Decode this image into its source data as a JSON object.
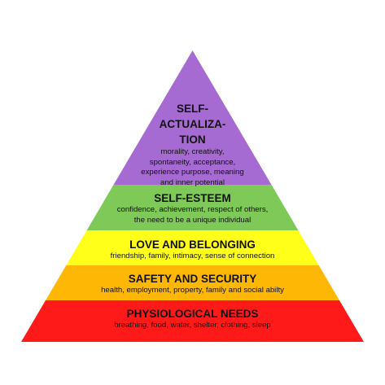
{
  "diagram": {
    "levels": [
      {
        "id": "self-actualization",
        "title": "SELF-\nACTUALIZA-\nTION",
        "description": "morality, creativity,\nspontaneity, acceptance,\nexperience purpose, meaning\nand inner potential",
        "color": "#a66bd3"
      },
      {
        "id": "self-esteem",
        "title": "SELF-ESTEEM",
        "description": "confidence, achievement, respect of others,\nthe need to be a unique individual",
        "color": "#7ec957"
      },
      {
        "id": "love-and-belonging",
        "title": "LOVE AND BELONGING",
        "description": "friendship, family, intimacy, sense of connection",
        "color": "#ffff19"
      },
      {
        "id": "safety-and-security",
        "title": "SAFETY AND SECURITY",
        "description": "health, employment, property, family and social abilty",
        "color": "#ffb705"
      },
      {
        "id": "physiological-needs",
        "title": "PHYSIOLOGICAL NEEDS",
        "description": "breathing, food, water, shelter, clothing, sleep",
        "color": "#ff1a1a"
      }
    ]
  }
}
